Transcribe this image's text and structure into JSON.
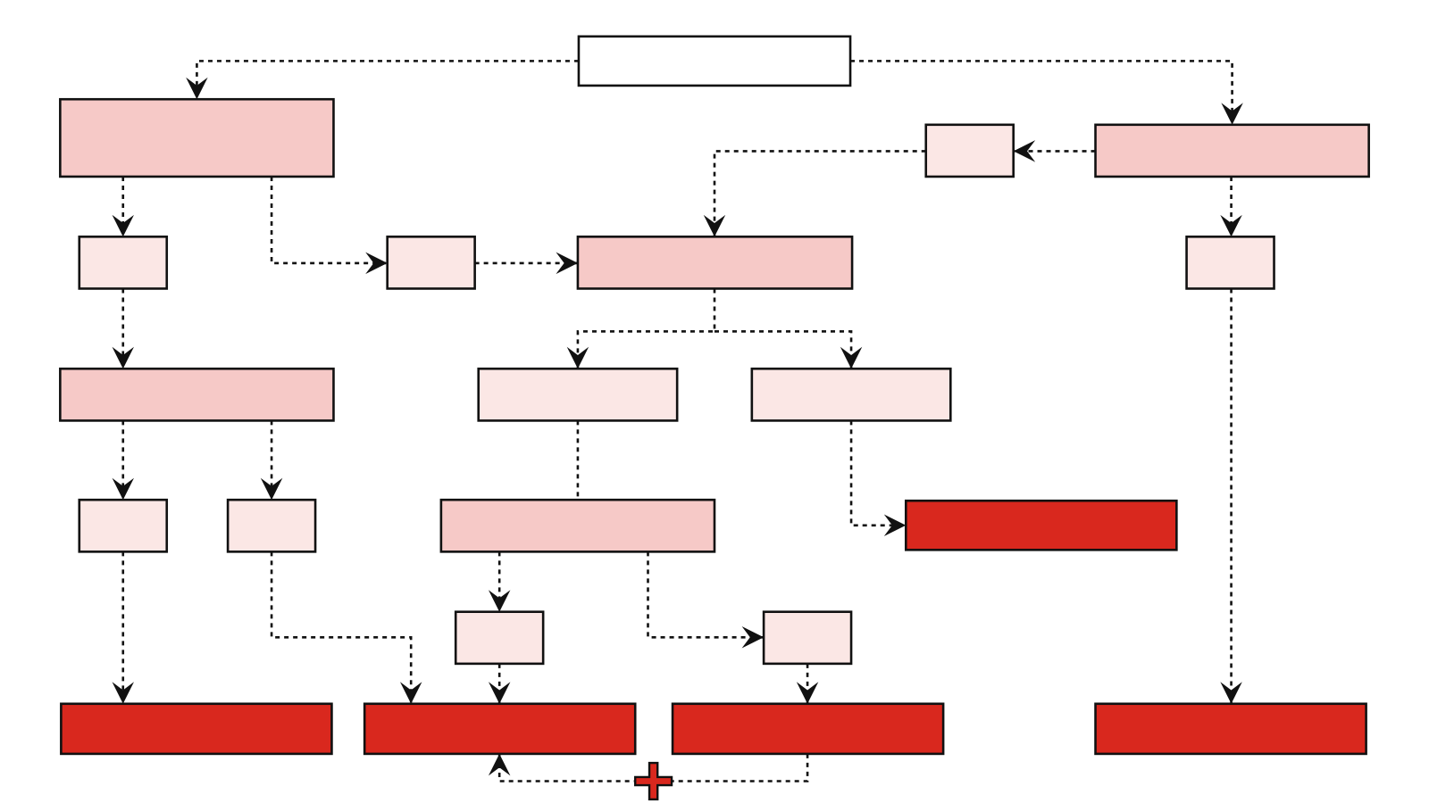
{
  "colors": {
    "root": "#ffffff",
    "stage_medium": "#f6c9c7",
    "stage_light": "#fbe7e5",
    "outcome_dark": "#d9281e",
    "stroke": "#111111",
    "plus_marker": "#d9281e"
  },
  "nodes": [
    {
      "id": "root",
      "kind": "root"
    },
    {
      "id": "left-stage-1",
      "kind": "stage_medium"
    },
    {
      "id": "left-small-1",
      "kind": "stage_light"
    },
    {
      "id": "middle-small-1",
      "kind": "stage_light"
    },
    {
      "id": "center-stage-1",
      "kind": "stage_medium"
    },
    {
      "id": "right-small-top",
      "kind": "stage_light"
    },
    {
      "id": "right-stage-1",
      "kind": "stage_medium"
    },
    {
      "id": "right-small-1",
      "kind": "stage_light"
    },
    {
      "id": "left-stage-2",
      "kind": "stage_medium"
    },
    {
      "id": "center-branch-left",
      "kind": "stage_light"
    },
    {
      "id": "center-branch-right",
      "kind": "stage_light"
    },
    {
      "id": "left-small-2a",
      "kind": "stage_light"
    },
    {
      "id": "left-small-2b",
      "kind": "stage_light"
    },
    {
      "id": "center-stage-2",
      "kind": "stage_medium"
    },
    {
      "id": "outcome-mid-right",
      "kind": "outcome_dark"
    },
    {
      "id": "center-small-a",
      "kind": "stage_light"
    },
    {
      "id": "center-small-b",
      "kind": "stage_light"
    },
    {
      "id": "outcome-1",
      "kind": "outcome_dark"
    },
    {
      "id": "outcome-2",
      "kind": "outcome_dark"
    },
    {
      "id": "outcome-3",
      "kind": "outcome_dark"
    },
    {
      "id": "outcome-4",
      "kind": "outcome_dark"
    }
  ],
  "edges": [
    {
      "from": "root",
      "to": "left-stage-1"
    },
    {
      "from": "root",
      "to": "right-stage-1"
    },
    {
      "from": "right-stage-1",
      "to": "right-small-top"
    },
    {
      "from": "right-small-top",
      "to": "center-stage-1"
    },
    {
      "from": "left-stage-1",
      "to": "left-small-1"
    },
    {
      "from": "left-stage-1",
      "to": "middle-small-1"
    },
    {
      "from": "middle-small-1",
      "to": "center-stage-1"
    },
    {
      "from": "right-stage-1",
      "to": "right-small-1"
    },
    {
      "from": "left-small-1",
      "to": "left-stage-2"
    },
    {
      "from": "center-stage-1",
      "to": "center-branch-left"
    },
    {
      "from": "center-stage-1",
      "to": "center-branch-right"
    },
    {
      "from": "left-stage-2",
      "to": "left-small-2a"
    },
    {
      "from": "left-stage-2",
      "to": "left-small-2b"
    },
    {
      "from": "center-branch-left",
      "to": "center-stage-2"
    },
    {
      "from": "center-branch-right",
      "to": "outcome-mid-right"
    },
    {
      "from": "center-stage-2",
      "to": "center-small-a"
    },
    {
      "from": "center-stage-2",
      "to": "center-small-b"
    },
    {
      "from": "left-small-2a",
      "to": "outcome-1"
    },
    {
      "from": "left-small-2b",
      "to": "outcome-2"
    },
    {
      "from": "center-small-a",
      "to": "outcome-2"
    },
    {
      "from": "center-small-b",
      "to": "outcome-3"
    },
    {
      "from": "right-small-1",
      "to": "outcome-4"
    },
    {
      "from": "outcome-3",
      "to": "outcome-2",
      "marker": "plus"
    }
  ]
}
